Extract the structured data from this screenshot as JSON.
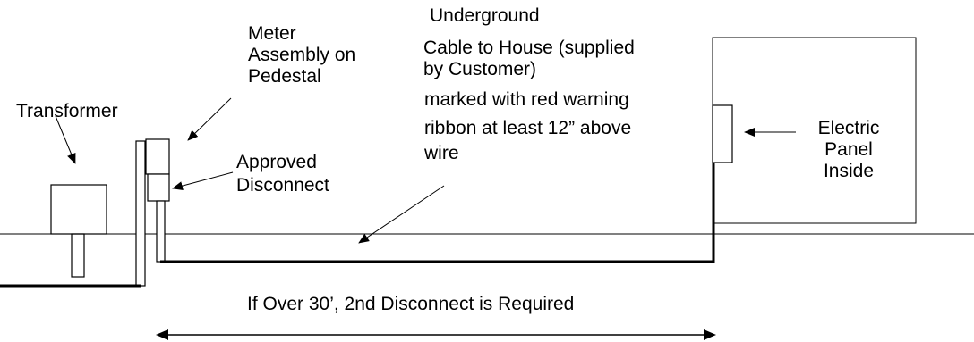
{
  "labels": {
    "transformer": "Transformer",
    "meter": [
      "Meter",
      "Assembly on",
      "Pedestal"
    ],
    "disconnect": [
      "Approved",
      "Disconnect"
    ],
    "cable": [
      "Underground",
      "Cable to House (supplied",
      "by Customer)",
      "marked with red warning",
      "ribbon at least 12” above",
      "wire"
    ],
    "panel": [
      "Electric",
      "Panel",
      "Inside"
    ],
    "distance_note": "If Over 30’, 2nd Disconnect is Required"
  },
  "colors": {
    "line": "#000000",
    "background": "#ffffff"
  }
}
